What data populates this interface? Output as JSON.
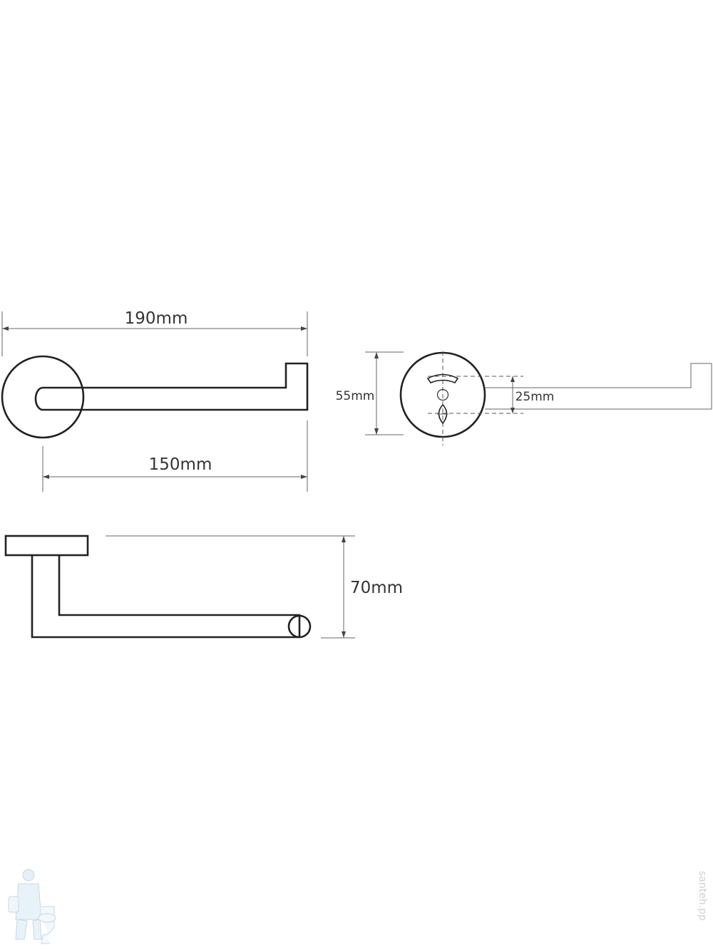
{
  "dimensions": {
    "overall_length": "190mm",
    "arm_length": "150mm",
    "rosette_diameter": "55mm",
    "mounting_hole_spacing": "25mm",
    "projection_depth": "70mm"
  },
  "watermark": {
    "text": "santeh.pp",
    "icon": "plumber-with-toilet-icon"
  }
}
